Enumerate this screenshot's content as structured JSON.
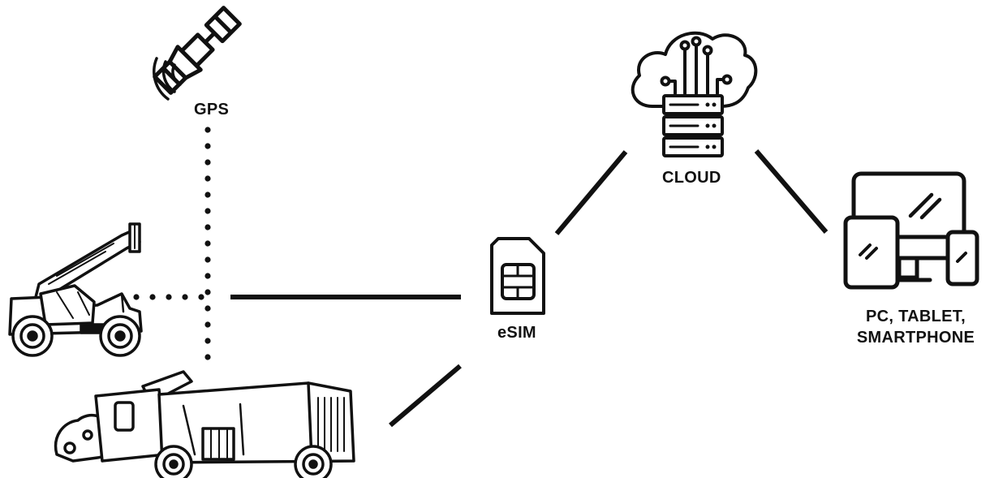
{
  "labels": {
    "gps": "GPS",
    "cloud": "CLOUD",
    "esim": "eSIM",
    "devices": "PC, TABLET,\nSMARTPHONE"
  },
  "icons": {
    "satellite": "satellite-icon",
    "cloud_server": "cloud-server-icon",
    "sim_card": "sim-card-icon",
    "devices": "devices-icon",
    "telehandler": "telehandler-icon",
    "feed_mixer": "feed-mixer-truck-icon"
  },
  "colors": {
    "line": "#111111",
    "background": "#ffffff"
  }
}
